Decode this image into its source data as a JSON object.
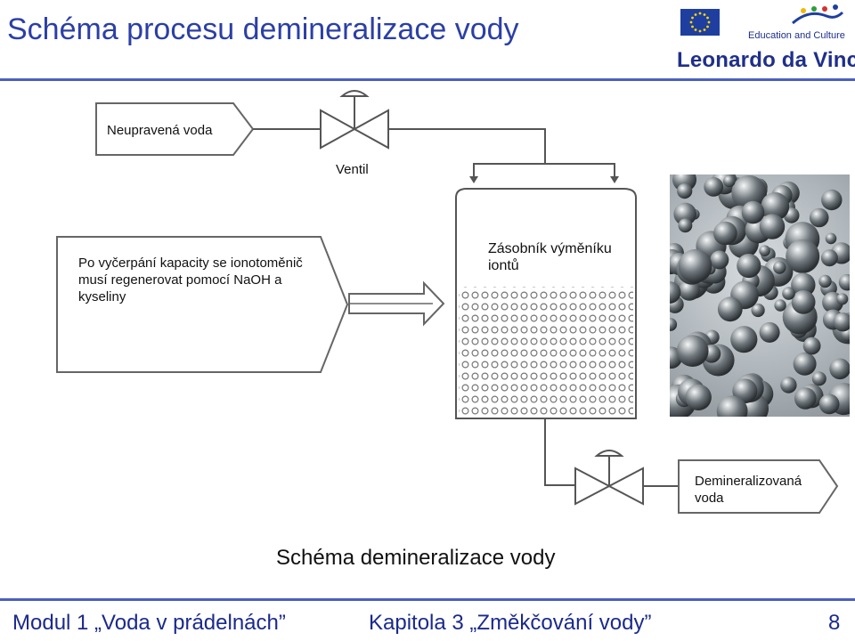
{
  "header": {
    "title": "Schéma procesu demineralizace vody",
    "logo_tagline": "Education and Culture",
    "logo_brand": "Leonardo da Vinci"
  },
  "diagram": {
    "raw_water": "Neupravená voda",
    "valve_label": "Ventil",
    "regeneration_note": "Po vyčerpání kapacity se ionotoměnič musí regenerovat pomocí NaOH a kyseliny",
    "tank_label": "Zásobník výměníku iontů",
    "demineralized_water": "Demineralizovaná voda",
    "caption": "Schéma demineralizace vody"
  },
  "footer": {
    "module": "Modul 1 „Voda v prádelnách”",
    "chapter": "Kapitola 3 „Změkčování vody”",
    "page": "8"
  },
  "colors": {
    "accent": "#2b3fa6",
    "rule": "#4b5fc0",
    "line": "#555555"
  },
  "icons": [
    "eu-flag-icon",
    "leonardo-swirl-icon",
    "valve-icon",
    "arrow-right-icon"
  ]
}
